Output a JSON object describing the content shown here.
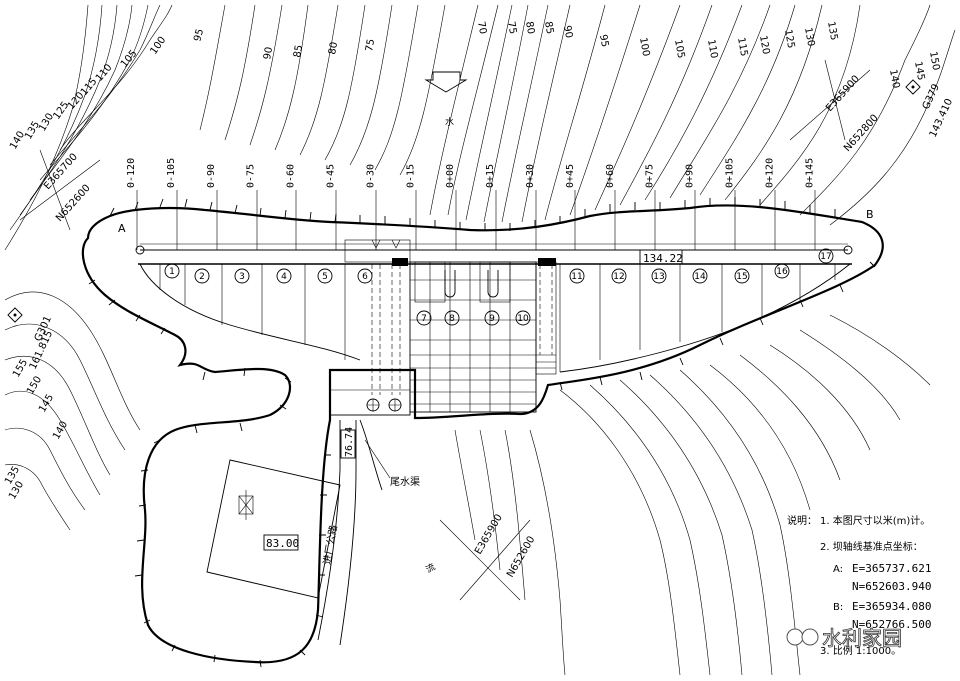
{
  "contours_top": [
    "70",
    "75",
    "80",
    "85",
    "90",
    "95",
    "100",
    "105",
    "110",
    "115",
    "120",
    "125",
    "130",
    "135",
    "140",
    "145",
    "150"
  ],
  "contours_top_left": [
    "75",
    "80",
    "85",
    "90",
    "95",
    "100",
    "105",
    "110",
    "115",
    "120",
    "125",
    "130",
    "135",
    "140"
  ],
  "contours_left": [
    "155",
    "150",
    "145",
    "140",
    "135",
    "130"
  ],
  "stations": [
    "0-120",
    "0-105",
    "0-90",
    "0-75",
    "0-60",
    "0-45",
    "0-30",
    "0-15",
    "0+00",
    "0+15",
    "0+30",
    "0+45",
    "0+60",
    "0+75",
    "0+90",
    "0+105",
    "0+120",
    "0+145"
  ],
  "blocks": [
    "1",
    "2",
    "3",
    "4",
    "5",
    "6",
    "7",
    "8",
    "9",
    "10",
    "11",
    "12",
    "13",
    "14",
    "15",
    "16",
    "17"
  ],
  "points": {
    "a": "A",
    "b": "B"
  },
  "crest_elev": "134.22",
  "tailrace_elev": "76.74",
  "plant_elev": "83.00",
  "tailrace_label": "尾水渠",
  "road_label": "进厂公路",
  "flow_label": "水",
  "flow_label2": "流",
  "coord_top": {
    "e": "E365900",
    "n": "N652800"
  },
  "coord_left": {
    "e": "E365700",
    "n": "N652600"
  },
  "coord_bottom": {
    "e": "E365900",
    "n": "N652600"
  },
  "benchmark_left": {
    "name": "G301",
    "elev": "161.815"
  },
  "benchmark_right": {
    "name": "G379",
    "elev": "143.410"
  },
  "notes": {
    "heading": "说明：",
    "n1": "1. 本图尺寸以米(m)计。",
    "n2": "2. 坝轴线基准点坐标：",
    "a_label": "A:",
    "a_e": "E=365737.621",
    "a_n": "N=652603.940",
    "b_label": "B:",
    "b_e": "E=365934.080",
    "b_n": "N=652766.500",
    "n3": "3. 比例 1:1000。"
  },
  "watermark": "水利家园"
}
